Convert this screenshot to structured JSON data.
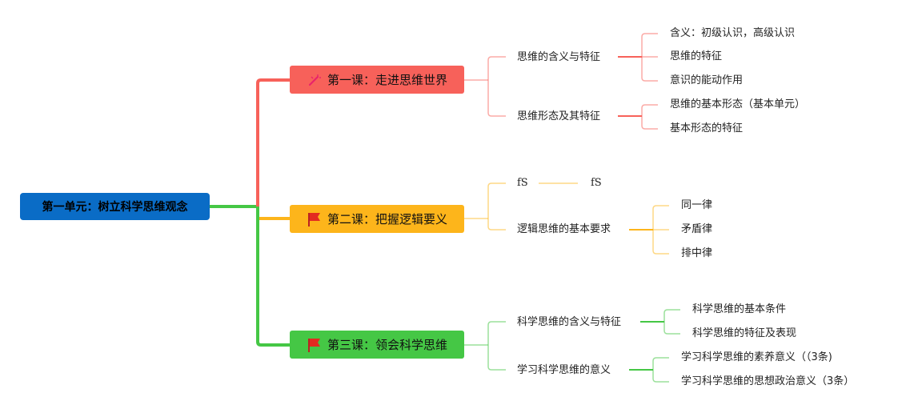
{
  "root": {
    "label": "第一单元：树立科学思维观念"
  },
  "lessons": [
    {
      "label": "第一课：走进思维世界",
      "color": "#f7615a",
      "icon": "magic-wand-icon",
      "topics": [
        {
          "label": "思维的含义与特征",
          "items": [
            "含义：初级认识，高级认识",
            "思维的特征",
            "意识的能动作用"
          ]
        },
        {
          "label": "思维形态及其特征",
          "items": [
            "思维的基本形态（基本单元）",
            "基本形态的特征"
          ]
        }
      ]
    },
    {
      "label": "第二课：把握逻辑要义",
      "color": "#fdb51b",
      "icon": "red-flag-icon",
      "topics": [
        {
          "label": "fS",
          "items": [
            "fS"
          ]
        },
        {
          "label": "逻辑思维的基本要求",
          "items": [
            "同一律",
            "矛盾律",
            "排中律"
          ]
        }
      ]
    },
    {
      "label": "第三课：领会科学思维",
      "color": "#45c745",
      "icon": "red-flag-icon",
      "topics": [
        {
          "label": "科学思维的含义与特征",
          "items": [
            "科学思维的基本条件",
            "科学思维的特征及表现"
          ]
        },
        {
          "label": "学习科学思维的意义",
          "items": [
            "学习科学思维的素养意义（（3条)",
            "学习科学思维的思想政治意义（3条）"
          ]
        }
      ]
    }
  ],
  "colors": {
    "root": "#0a6cc6",
    "lesson1": "#f7615a",
    "lesson2": "#fdb51b",
    "lesson3": "#45c745"
  }
}
